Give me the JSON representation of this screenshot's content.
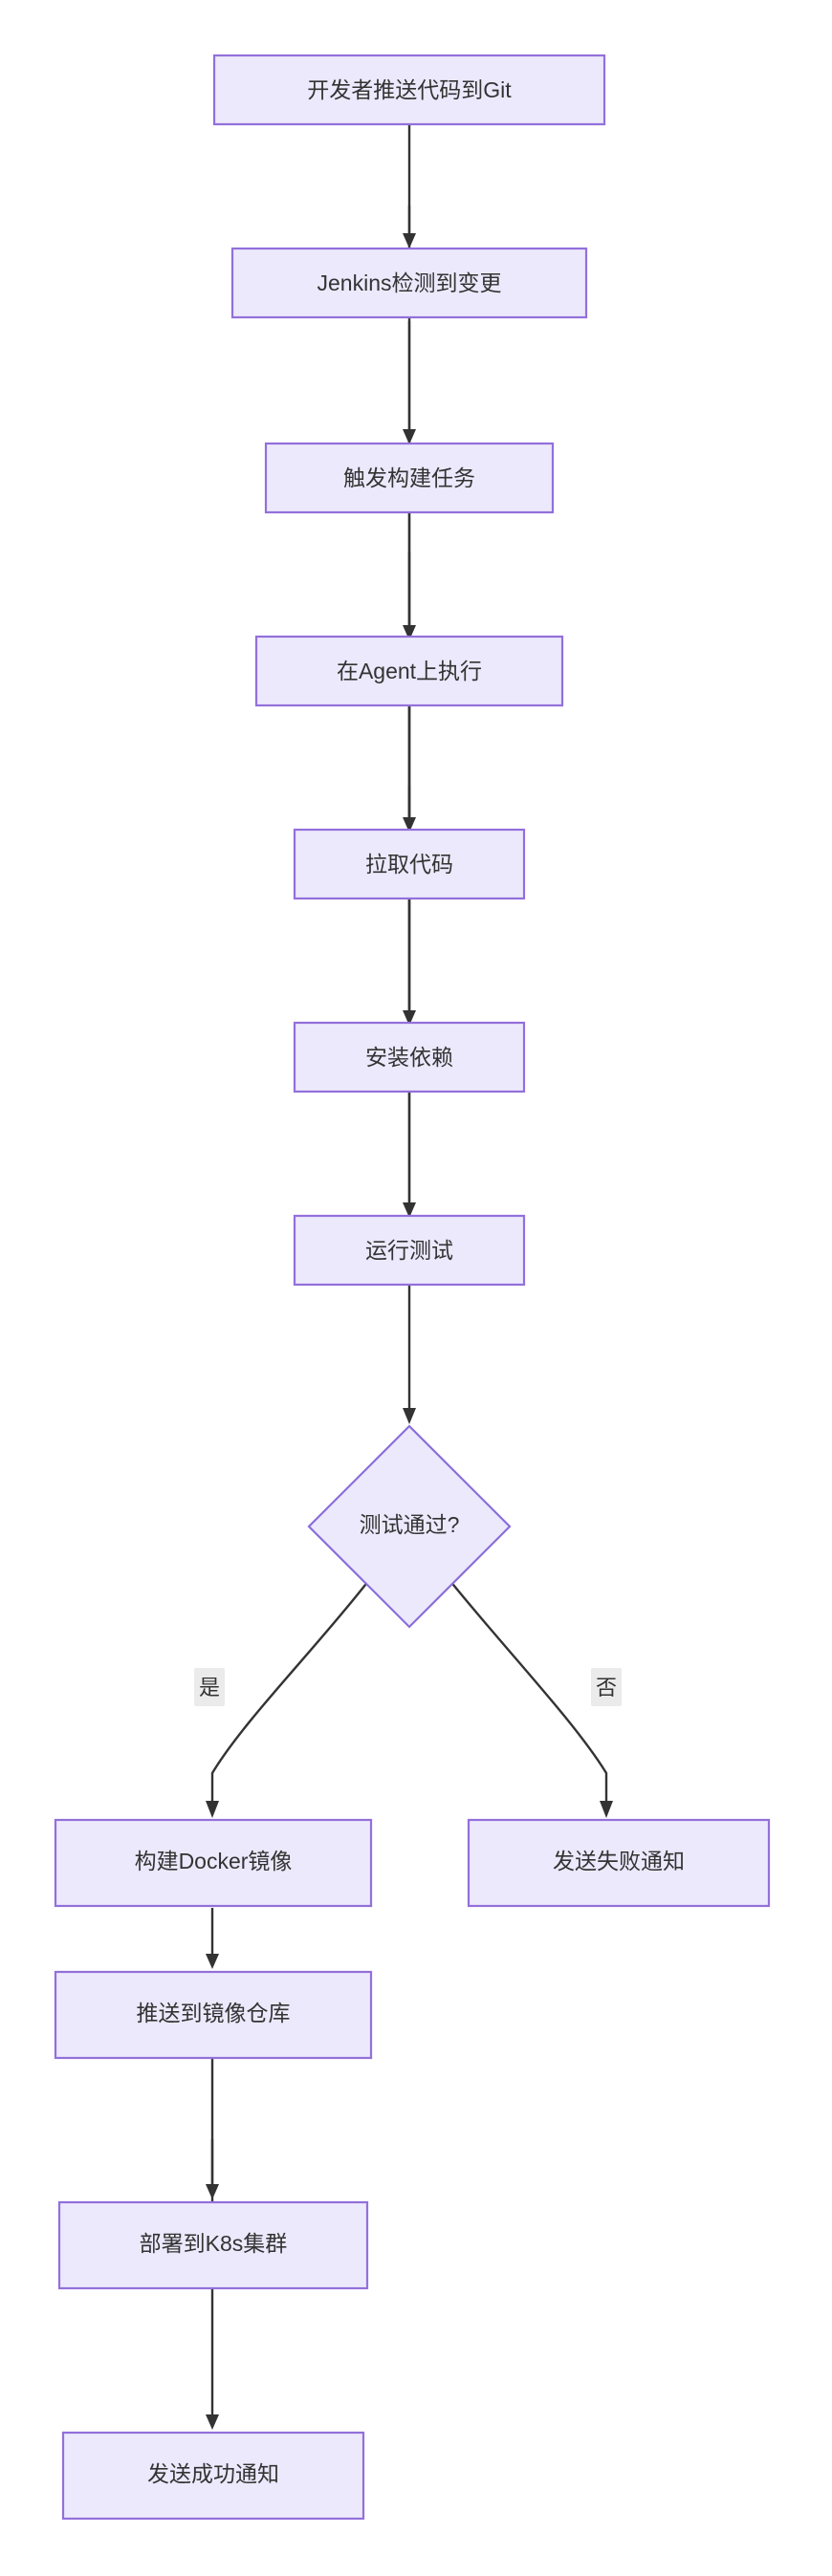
{
  "diagram": {
    "type": "flowchart",
    "direction": "top-to-bottom",
    "title": "",
    "colors": {
      "node_fill": "#ece9fc",
      "node_stroke": "#9370db",
      "decision_stroke": "#8a6fdb",
      "text": "#333333",
      "edge": "#333333",
      "edge_label_bg": "#ebebeb",
      "background": "#ffffff"
    },
    "nodes": [
      {
        "id": "n1",
        "shape": "rect",
        "label": "开发者推送代码到Git"
      },
      {
        "id": "n2",
        "shape": "rect",
        "label": "Jenkins检测到变更"
      },
      {
        "id": "n3",
        "shape": "rect",
        "label": "触发构建任务"
      },
      {
        "id": "n4",
        "shape": "rect",
        "label": "在Agent上执行"
      },
      {
        "id": "n5",
        "shape": "rect",
        "label": "拉取代码"
      },
      {
        "id": "n6",
        "shape": "rect",
        "label": "安装依赖"
      },
      {
        "id": "n7",
        "shape": "rect",
        "label": "运行测试"
      },
      {
        "id": "n8",
        "shape": "diamond",
        "label": "测试通过?"
      },
      {
        "id": "n9",
        "shape": "rect",
        "label": "构建Docker镜像"
      },
      {
        "id": "n10",
        "shape": "rect",
        "label": "发送失败通知"
      },
      {
        "id": "n11",
        "shape": "rect",
        "label": "推送到镜像仓库"
      },
      {
        "id": "n12",
        "shape": "rect",
        "label": "部署到K8s集群"
      },
      {
        "id": "n13",
        "shape": "rect",
        "label": "发送成功通知"
      }
    ],
    "edges": [
      {
        "from": "n1",
        "to": "n2",
        "label": ""
      },
      {
        "from": "n2",
        "to": "n3",
        "label": ""
      },
      {
        "from": "n3",
        "to": "n4",
        "label": ""
      },
      {
        "from": "n4",
        "to": "n5",
        "label": ""
      },
      {
        "from": "n5",
        "to": "n6",
        "label": ""
      },
      {
        "from": "n6",
        "to": "n7",
        "label": ""
      },
      {
        "from": "n7",
        "to": "n8",
        "label": ""
      },
      {
        "from": "n8",
        "to": "n9",
        "label": "是"
      },
      {
        "from": "n8",
        "to": "n10",
        "label": "否"
      },
      {
        "from": "n9",
        "to": "n11",
        "label": ""
      },
      {
        "from": "n11",
        "to": "n12",
        "label": ""
      },
      {
        "from": "n12",
        "to": "n13",
        "label": ""
      }
    ],
    "edge_labels": {
      "yes": "是",
      "no": "否"
    }
  }
}
